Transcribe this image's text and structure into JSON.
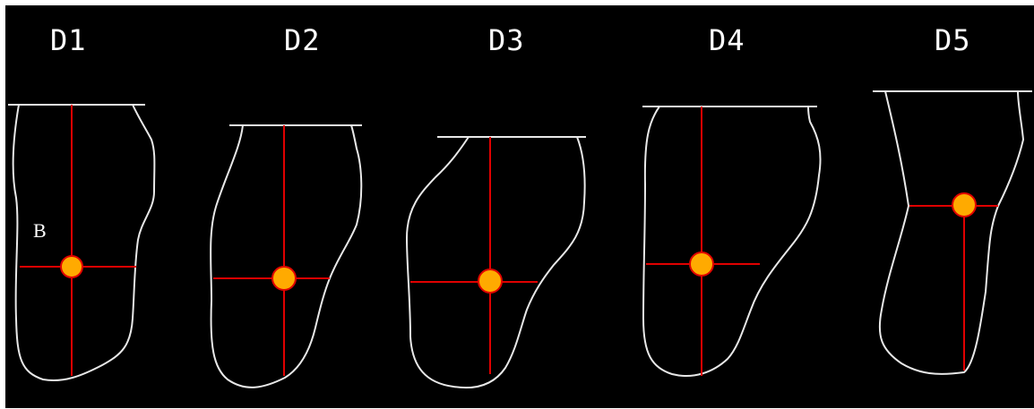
{
  "figures": [
    {
      "id": "d1",
      "label": "D1"
    },
    {
      "id": "d2",
      "label": "D2"
    },
    {
      "id": "d3",
      "label": "D3"
    },
    {
      "id": "d4",
      "label": "D4"
    },
    {
      "id": "d5",
      "label": "D5"
    }
  ],
  "annotation": "B",
  "colors": {
    "background": "#000000",
    "outline": "#e8e8e8",
    "axis": "#e00000",
    "center": "#ffaa00"
  }
}
